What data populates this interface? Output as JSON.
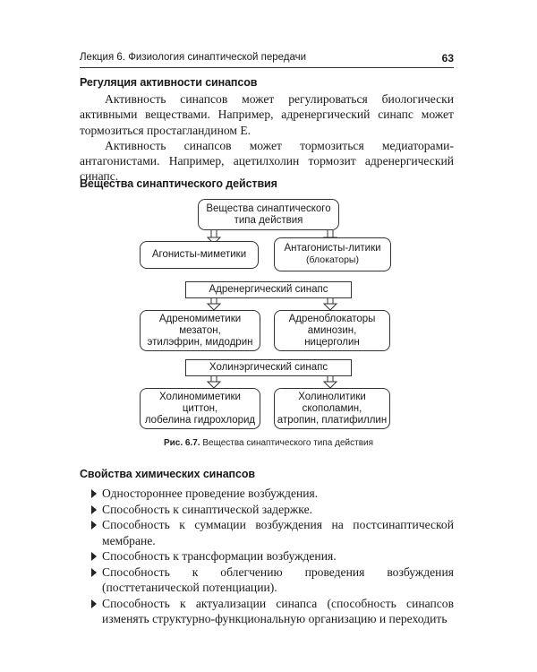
{
  "header": {
    "running_title": "Лекция 6. Физиология синаптической передачи",
    "page_number": "63"
  },
  "section1": {
    "heading": "Регуляция активности синапсов",
    "p1": "Активность синапсов может регулироваться биологически активными веществами. Например, адренергический синапс может тормозиться простагландином Е.",
    "p2": "Активность синапсов может тормозиться медиаторами-антагонистами. Например, ацетилхолин тормозит адренергический синапс."
  },
  "section2": {
    "heading": "Вещества синаптического действия"
  },
  "diagram": {
    "root": {
      "line1": "Вещества синаптического",
      "line2": "типа действия"
    },
    "agonists": "Агонисты-миметики",
    "antagonists": {
      "line1": "Антагонисты-литики",
      "line2": "(блокаторы)"
    },
    "adrenergic_synapse": "Адренергический синапс",
    "adrenomimetics": {
      "line1": "Адреномиметики",
      "line2": "мезатон,",
      "line3": "этилэфрин, мидодрин"
    },
    "adrenoblockers": {
      "line1": "Адреноблокаторы",
      "line2": "аминозин,",
      "line3": "ницерголин"
    },
    "cholinergic_synapse": "Холинэргический синапс",
    "cholinomimetics": {
      "line1": "Холиномиметики",
      "line2": "циттон,",
      "line3": "лобелина гидрохлорид"
    },
    "cholinolytics": {
      "line1": "Холинолитики",
      "line2": "скополамин,",
      "line3": "атропин, платифиллин"
    }
  },
  "figure_caption": {
    "label": "Рис. 6.7.",
    "text": "Вещества синаптического типа действия"
  },
  "section3": {
    "heading": "Свойства химических синапсов",
    "items": [
      "Одностороннее проведение возбуждения.",
      "Способность к синаптической задержке.",
      "Способность к суммации возбуждения на постсинаптической мембране.",
      "Способность к трансформации возбуждения.",
      "Способность к облегчению проведения возбуждения (посттетанической потенциации).",
      "Способность к актуализации синапса (способность синапсов изменять структурно-функциональную организацию и переходить"
    ]
  }
}
